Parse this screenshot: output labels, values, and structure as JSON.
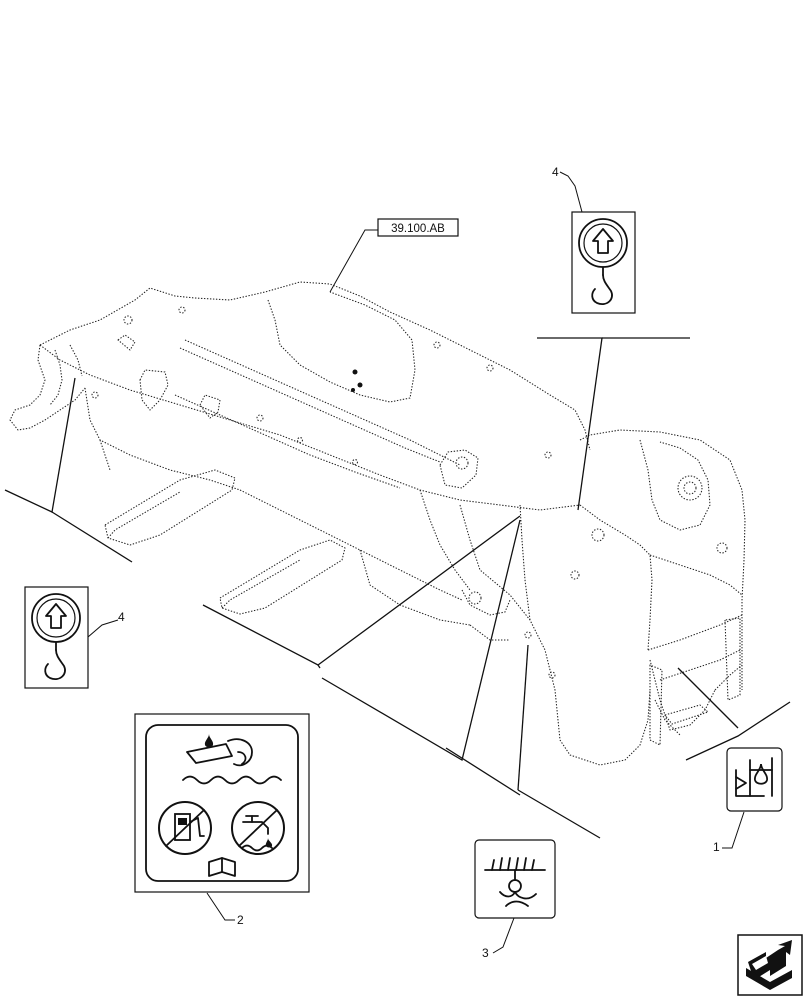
{
  "callouts": {
    "item1": "1",
    "item2": "2",
    "item3": "3",
    "item4_top": "4",
    "item4_left": "4"
  },
  "reference": {
    "label": "39.100.AB"
  },
  "icons": {
    "decal1": "hydraulic-oil-level-icon",
    "decal2": "fuel-water-warning-icon",
    "decal3": "tie-down-hook-icon",
    "decal4": "lifting-hook-icon",
    "nav": "next-page-arrow-icon"
  }
}
